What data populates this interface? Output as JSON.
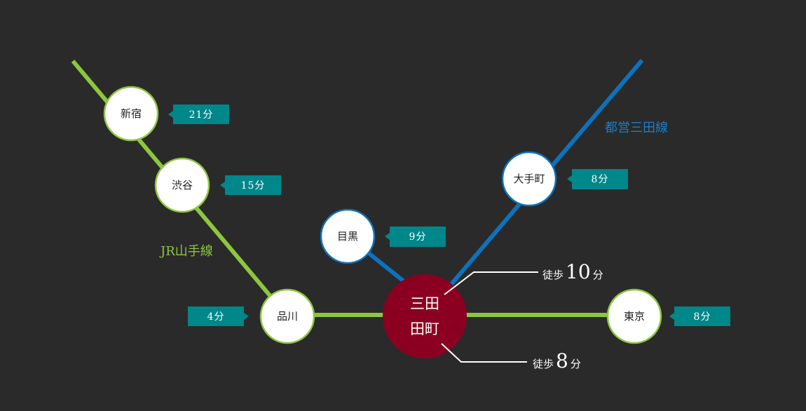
{
  "lines": {
    "yamanote": {
      "name": "JR山手線",
      "color": "#8dc63f"
    },
    "mita": {
      "name": "都営三田線",
      "color": "#0d72bd"
    }
  },
  "hub": {
    "name_line1": "三田",
    "name_line2": "田町",
    "color": "#8b0020"
  },
  "stations": {
    "shinjuku": {
      "name": "新宿",
      "time": "21分"
    },
    "shibuya": {
      "name": "渋谷",
      "time": "15分"
    },
    "shinagawa": {
      "name": "品川",
      "time": "4分"
    },
    "meguro": {
      "name": "目黒",
      "time": "9分"
    },
    "otemachi": {
      "name": "大手町",
      "time": "8分"
    },
    "tokyo": {
      "name": "東京",
      "time": "8分"
    }
  },
  "walks": {
    "mita": {
      "prefix": "徒歩",
      "number": "10",
      "suffix": "分"
    },
    "tamachi": {
      "prefix": "徒歩",
      "number": "8",
      "suffix": "分"
    }
  },
  "badge_color": "#00878a"
}
